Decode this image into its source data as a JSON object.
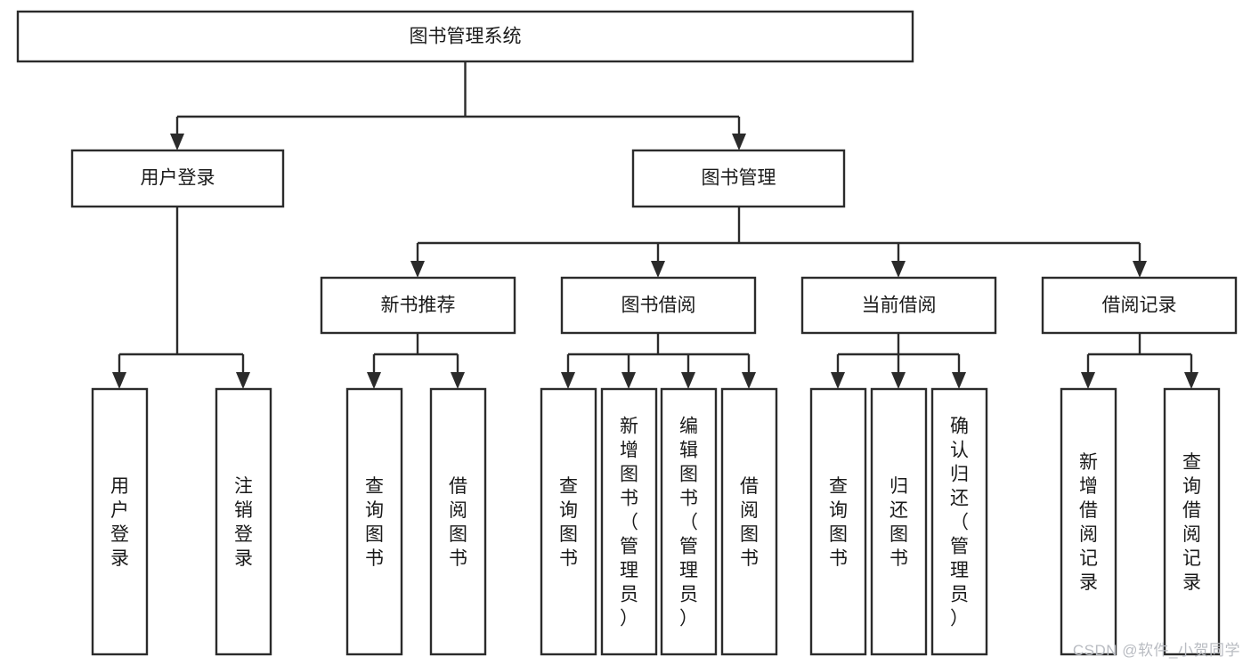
{
  "diagram": {
    "type": "hierarchy-tree",
    "title": "图书管理系统",
    "watermark": "CSDN @软件_小贺同学",
    "levels": {
      "level1": [
        {
          "id": "root",
          "label": "图书管理系统",
          "orientation": "horizontal"
        }
      ],
      "level2": [
        {
          "id": "user-login",
          "label": "用户登录",
          "orientation": "horizontal",
          "parent": "root"
        },
        {
          "id": "book-manage",
          "label": "图书管理",
          "orientation": "horizontal",
          "parent": "root"
        }
      ],
      "level3": [
        {
          "id": "new-book-rec",
          "label": "新书推荐",
          "orientation": "horizontal",
          "parent": "book-manage"
        },
        {
          "id": "book-borrow",
          "label": "图书借阅",
          "orientation": "horizontal",
          "parent": "book-manage"
        },
        {
          "id": "current-borrow",
          "label": "当前借阅",
          "orientation": "horizontal",
          "parent": "book-manage"
        },
        {
          "id": "borrow-record",
          "label": "借阅记录",
          "orientation": "horizontal",
          "parent": "book-manage"
        }
      ],
      "level4": [
        {
          "id": "leaf-user-login",
          "label": "用户登录",
          "orientation": "vertical",
          "parent": "user-login"
        },
        {
          "id": "leaf-logout",
          "label": "注销登录",
          "orientation": "vertical",
          "parent": "user-login"
        },
        {
          "id": "leaf-query-book-1",
          "label": "查询图书",
          "orientation": "vertical",
          "parent": "new-book-rec"
        },
        {
          "id": "leaf-borrow-book-1",
          "label": "借阅图书",
          "orientation": "vertical",
          "parent": "new-book-rec"
        },
        {
          "id": "leaf-query-book-2",
          "label": "查询图书",
          "orientation": "vertical",
          "parent": "book-borrow"
        },
        {
          "id": "leaf-add-book",
          "label": "新增图书（管理员）",
          "orientation": "vertical",
          "parent": "book-borrow"
        },
        {
          "id": "leaf-edit-book",
          "label": "编辑图书（管理员）",
          "orientation": "vertical",
          "parent": "book-borrow"
        },
        {
          "id": "leaf-borrow-book-2",
          "label": "借阅图书",
          "orientation": "vertical",
          "parent": "book-borrow"
        },
        {
          "id": "leaf-query-book-3",
          "label": "查询图书",
          "orientation": "vertical",
          "parent": "current-borrow"
        },
        {
          "id": "leaf-return-book",
          "label": "归还图书",
          "orientation": "vertical",
          "parent": "current-borrow"
        },
        {
          "id": "leaf-confirm-return",
          "label": "确认归还（管理员）",
          "orientation": "vertical",
          "parent": "current-borrow"
        },
        {
          "id": "leaf-add-record",
          "label": "新增借阅记录",
          "orientation": "vertical",
          "parent": "borrow-record"
        },
        {
          "id": "leaf-query-record",
          "label": "查询借阅记录",
          "orientation": "vertical",
          "parent": "borrow-record"
        }
      ]
    },
    "colors": {
      "stroke": "#2b2b2b",
      "fill": "#ffffff",
      "text": "#1a1a1a",
      "watermark": "#b9bcc2"
    }
  }
}
